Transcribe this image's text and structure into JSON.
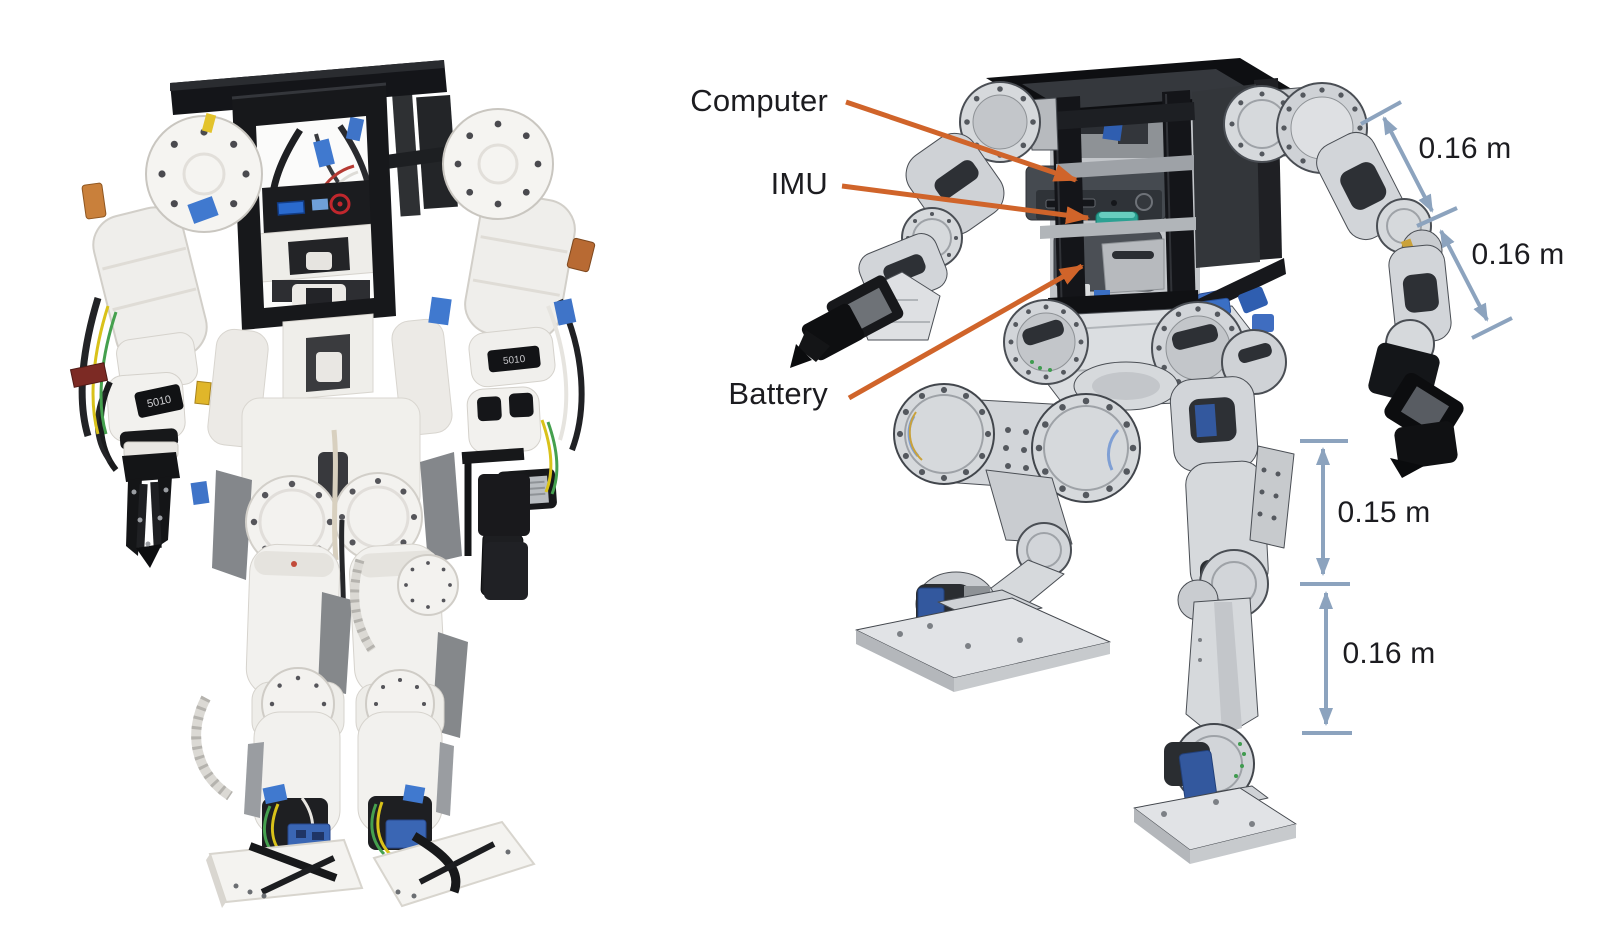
{
  "panels": {
    "left": {
      "kind": "photograph",
      "alt": "physical humanoid robot prototype, white 3D-printed limbs with black frame torso and exposed wiring"
    },
    "right": {
      "kind": "cad-render",
      "alt": "CAD model of the humanoid robot in a stepping pose with annotated components and link lengths"
    }
  },
  "component_labels": [
    {
      "id": "computer",
      "text": "Computer"
    },
    {
      "id": "imu",
      "text": "IMU"
    },
    {
      "id": "battery",
      "text": "Battery"
    }
  ],
  "dimension_labels": [
    {
      "part": "upper-arm",
      "text": "0.16 m"
    },
    {
      "part": "forearm",
      "text": "0.16 m"
    },
    {
      "part": "thigh",
      "text": "0.15 m"
    },
    {
      "part": "shin",
      "text": "0.16 m"
    }
  ],
  "photo": {
    "motor_label": "5010"
  },
  "colors": {
    "arrow": "#d0642a",
    "dimension": "#8ca3be",
    "text": "#1c1c20",
    "imu": "#2ca193",
    "tape": "#4079cf",
    "frame_black": "#141518",
    "cad_gray": "#d6d9dc",
    "background": "#ffffff"
  }
}
